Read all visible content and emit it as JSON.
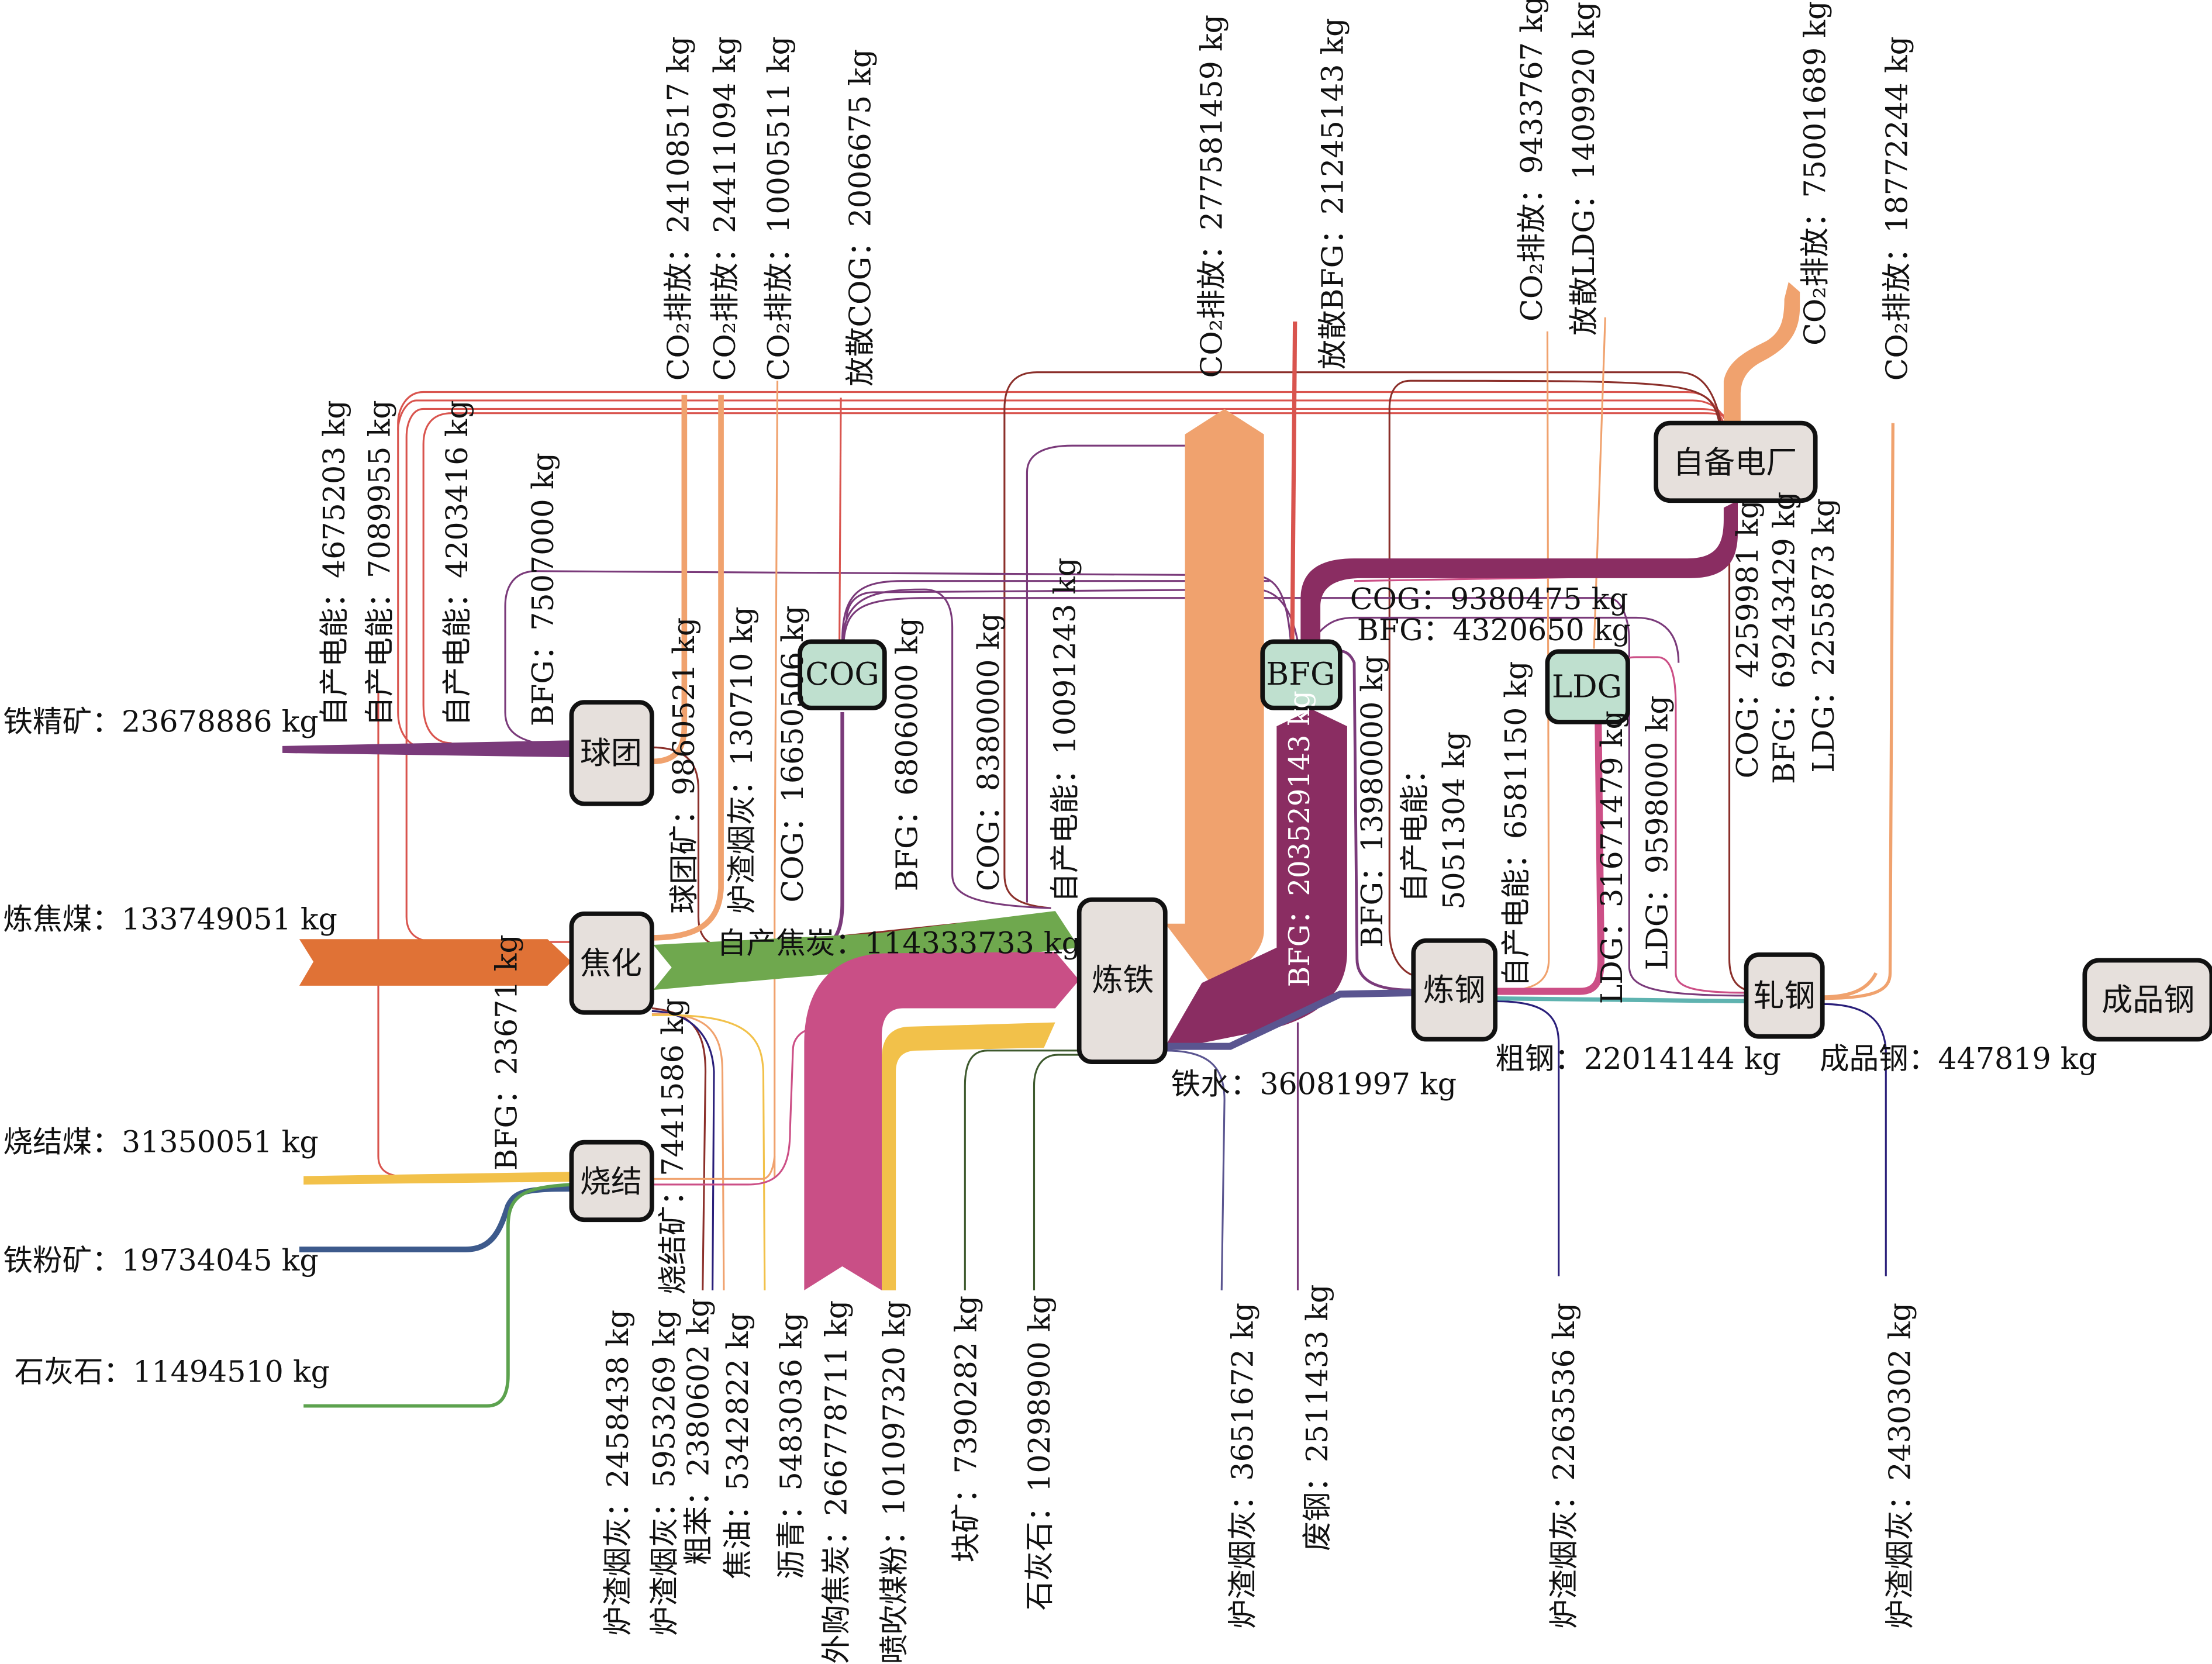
{
  "title": "钢铁企业物质流与能量流桑基图",
  "colors": {
    "coking_coal": "#e07236",
    "iron_concentrate": "#7a3a7a",
    "sinter_coal": "#f2c14a",
    "iron_powder": "#3d5a8c",
    "limestone": "#5ca24e",
    "coke": "#6fa84e",
    "purchased_coke": "#c94f86",
    "pci": "#f2c14a",
    "co2": "#f0a26e",
    "bfg": "#8a2d62",
    "hot_metal": "#5a5590",
    "ldg": "#cc4f86",
    "crude_steel": "#5fb3b0",
    "power": "#d9544e",
    "power_dark": "#8b2f2a",
    "cog_line": "#7a3a7a",
    "node_fill": "#e6e0dc",
    "gas_node_fill": "#bfe0cf"
  },
  "nodes": {
    "pellet": "球团",
    "coking": "焦化",
    "sinter": "烧结",
    "ironmaking": "炼铁",
    "steelmaking": "炼钢",
    "rolling": "轧钢",
    "power_plant": "自备电厂",
    "product": "成品钢",
    "cog": "COG",
    "bfg": "BFG",
    "ldg": "LDG"
  },
  "inputs": [
    {
      "label": "铁精矿：23678886 kg",
      "name": "铁精矿",
      "value": 23678886,
      "unit": "kg"
    },
    {
      "label": "炼焦煤：133749051 kg",
      "name": "炼焦煤",
      "value": 133749051,
      "unit": "kg"
    },
    {
      "label": "烧结煤：31350051 kg",
      "name": "烧结煤",
      "value": 31350051,
      "unit": "kg"
    },
    {
      "label": "铁粉矿：19734045 kg",
      "name": "铁粉矿",
      "value": 19734045,
      "unit": "kg"
    },
    {
      "label": "石灰石：11494510 kg",
      "name": "石灰石",
      "value": 11494510,
      "unit": "kg"
    }
  ],
  "left_vertical": [
    {
      "label": "自产电能：4675203 kg",
      "value": 4675203
    },
    {
      "label": "自产电能：7089955 kg",
      "value": 7089955
    },
    {
      "label": "自产电能：4203416 kg",
      "value": 4203416
    },
    {
      "label": "BFG：7507000 kg",
      "value": 7507000
    },
    {
      "label": "BFG：23671 kg",
      "value": 23671
    }
  ],
  "mid_vertical": [
    {
      "label": "球团矿：9860521 kg",
      "value": 9860521
    },
    {
      "label": "炉渣烟灰：130710 kg",
      "value": 130710
    },
    {
      "label": "COG：16650506 kg",
      "value": 16650506
    },
    {
      "label": "BFG：6806000 kg",
      "value": 6806000
    },
    {
      "label": "COG：8380000 kg",
      "value": 8380000
    },
    {
      "label": "自产电能：10091243 kg",
      "value": 10091243
    },
    {
      "label": "烧结矿：7441586 kg",
      "value": 7441586
    }
  ],
  "top_emissions": [
    {
      "label": "CO₂排放：24108517 kg",
      "value": 24108517
    },
    {
      "label": "CO₂排放：24411094 kg",
      "value": 24411094
    },
    {
      "label": "CO₂排放：10005511 kg",
      "value": 10005511
    },
    {
      "label": "放散COG：2006675 kg",
      "value": 2006675
    },
    {
      "label": "CO₂排放：277581459 kg",
      "value": 277581459
    },
    {
      "label": "放散BFG：21245143 kg",
      "value": 21245143
    },
    {
      "label": "CO₂排放：9433767 kg",
      "value": 9433767
    },
    {
      "label": "放散LDG：1409920 kg",
      "value": 1409920
    },
    {
      "label": "CO₂排放：75001689 kg",
      "value": 75001689
    },
    {
      "label": "CO₂排放：18772244 kg",
      "value": 18772244
    }
  ],
  "flows": {
    "coke": {
      "label": "自产焦炭：114333733 kg",
      "value": 114333733
    },
    "bfg_main": {
      "label": "BFG：203529143 kg",
      "value": 203529143
    },
    "hot_metal": {
      "label": "铁水：36081997 kg",
      "value": 36081997
    },
    "crude_steel": {
      "label": "粗钢：22014144 kg",
      "value": 22014144
    },
    "product": {
      "label": "成品钢：447819 kg",
      "value": 447819
    },
    "cog_to_plant": {
      "label": "COG：9380475 kg",
      "value": 9380475
    },
    "bfg_to_plant": {
      "label": "BFG：4320650 kg",
      "value": 4320650
    }
  },
  "steel_vertical": [
    {
      "label": "BFG：13980000 kg",
      "value": 13980000
    },
    {
      "label_a": "自产电能：",
      "label_b": "5051304 kg",
      "value": 5051304
    },
    {
      "label": "自产电能：6581150 kg",
      "value": 6581150
    },
    {
      "label": "LDG：31671479 kg",
      "value": 31671479
    },
    {
      "label": "LDG：9598000 kg",
      "value": 9598000
    }
  ],
  "plant_vertical": [
    {
      "label": "COG：4259981 kg",
      "value": 4259981
    },
    {
      "label": "BFG：69243429 kg",
      "value": 69243429
    },
    {
      "label": "LDG：2255873 kg",
      "value": 2255873
    }
  ],
  "bottom_outputs": [
    {
      "label": "炉渣烟灰：2458438 kg",
      "value": 2458438
    },
    {
      "label": "炉渣烟灰：5953269 kg",
      "value": 5953269
    },
    {
      "label": "粗苯：2380602 kg",
      "value": 2380602
    },
    {
      "label": "焦油：5342822 kg",
      "value": 5342822
    },
    {
      "label": "沥青：5483036 kg",
      "value": 5483036
    },
    {
      "label": "外购焦炭：266778711 kg",
      "value": 266778711
    },
    {
      "label": "喷吹煤粉：101097320 kg",
      "value": 101097320
    },
    {
      "label": "块矿：7390282 kg",
      "value": 7390282
    },
    {
      "label": "石灰石：10298900 kg",
      "value": 10298900
    },
    {
      "label": "炉渣烟灰：3651672 kg",
      "value": 3651672
    },
    {
      "label": "废钢：2511433 kg",
      "value": 2511433
    },
    {
      "label": "炉渣烟灰：2263536 kg",
      "value": 2263536
    },
    {
      "label": "炉渣烟灰：2430302 kg",
      "value": 2430302
    }
  ]
}
